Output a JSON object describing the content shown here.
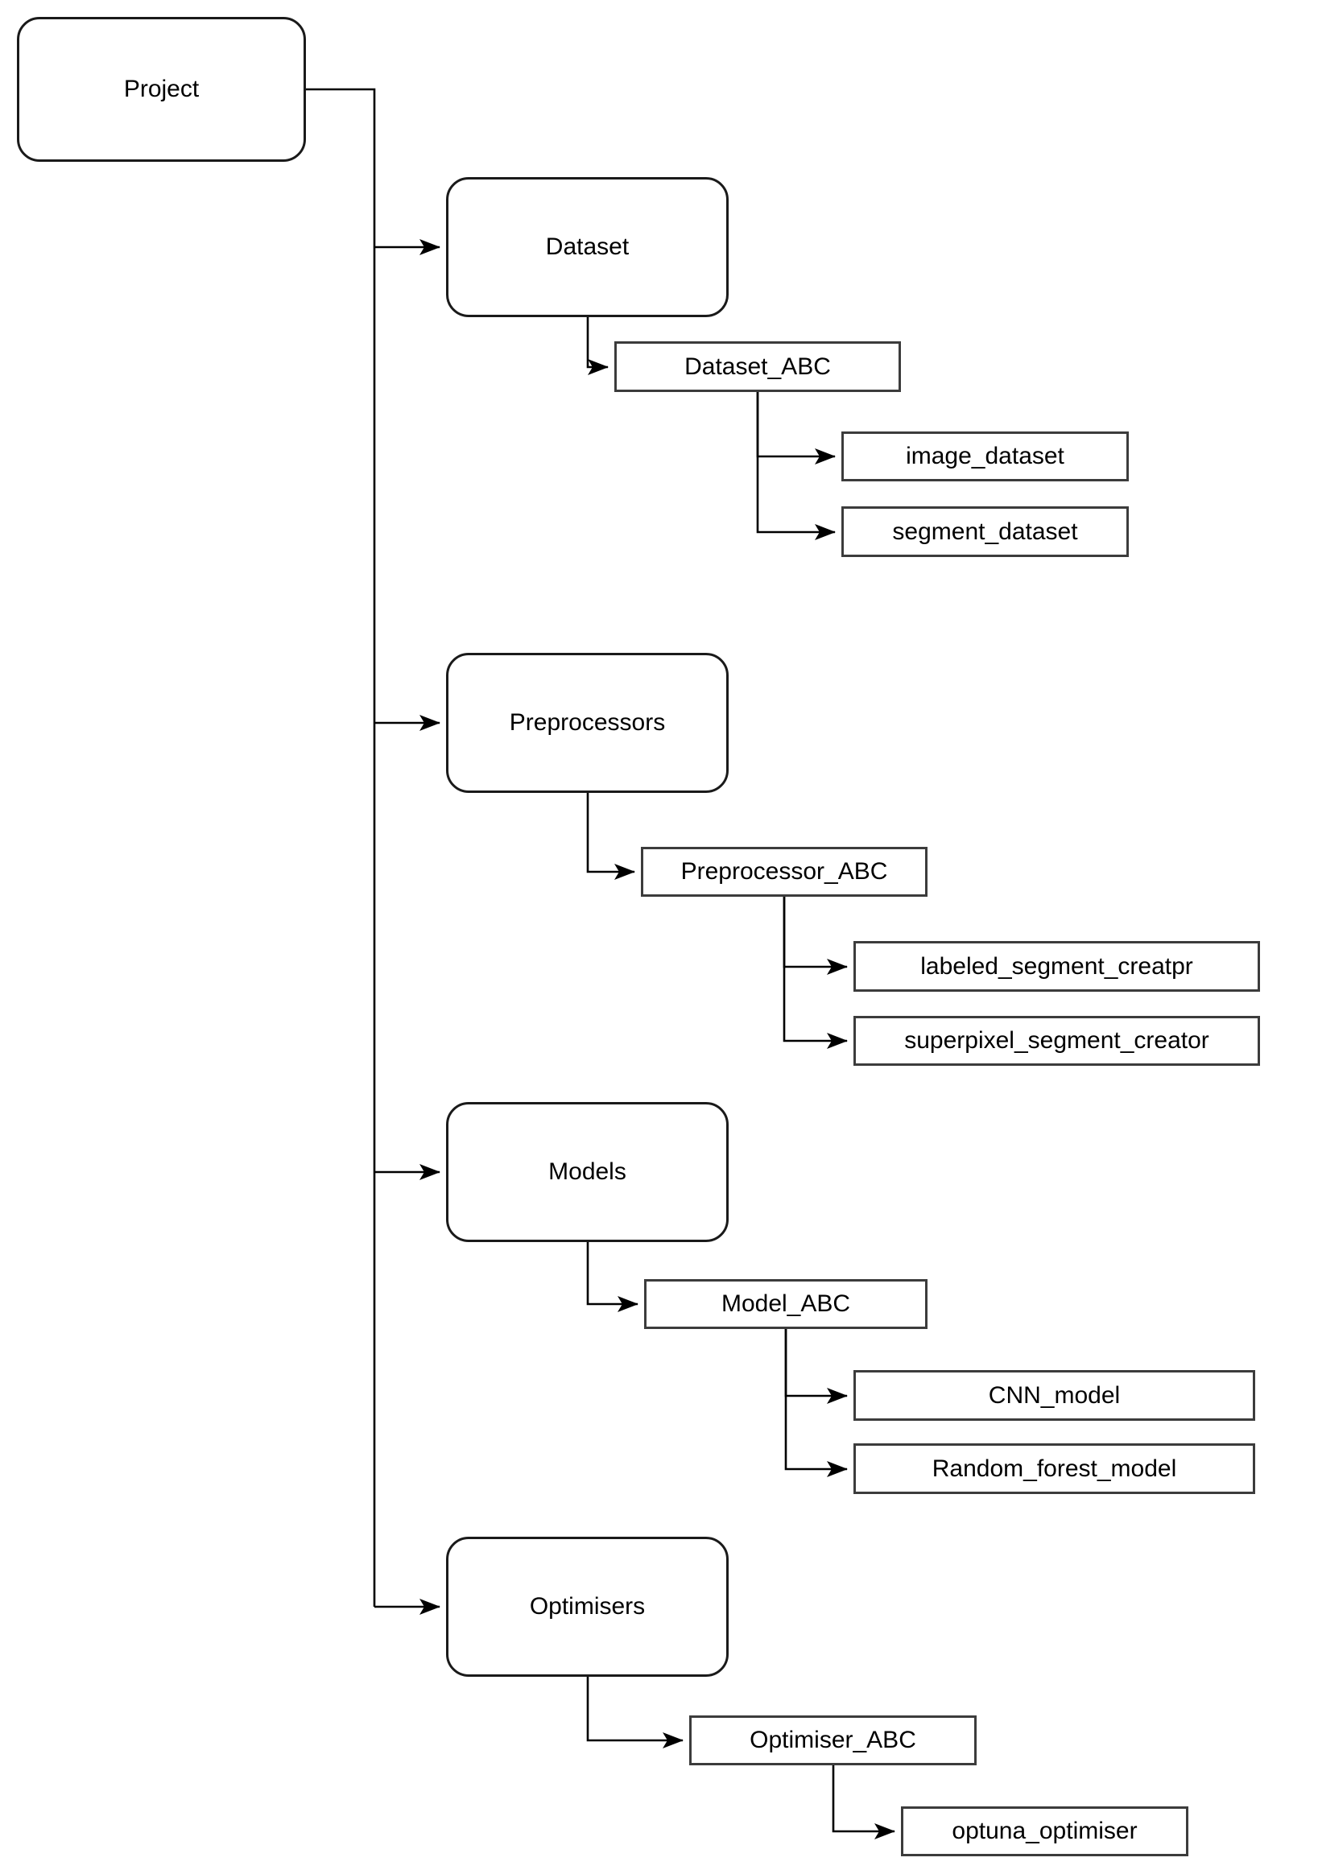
{
  "diagram": {
    "root": {
      "label": "Project"
    },
    "branches": [
      {
        "label": "Dataset",
        "abc": {
          "label": "Dataset_ABC"
        },
        "leaves": [
          {
            "label": "image_dataset"
          },
          {
            "label": "segment_dataset"
          }
        ]
      },
      {
        "label": "Preprocessors",
        "abc": {
          "label": "Preprocessor_ABC"
        },
        "leaves": [
          {
            "label": "labeled_segment_creatpr"
          },
          {
            "label": "superpixel_segment_creator"
          }
        ]
      },
      {
        "label": "Models",
        "abc": {
          "label": "Model_ABC"
        },
        "leaves": [
          {
            "label": "CNN_model"
          },
          {
            "label": "Random_forest_model"
          }
        ]
      },
      {
        "label": "Optimisers",
        "abc": {
          "label": "Optimiser_ABC"
        },
        "leaves": [
          {
            "label": "optuna_optimiser"
          }
        ]
      }
    ],
    "colors": {
      "line": "#000000",
      "rounded_box_border": "#1a1a1a",
      "rect_box_border": "#3c3c3c",
      "box_fill": "#ffffff",
      "text": "#000000",
      "background": "#ffffff"
    }
  }
}
